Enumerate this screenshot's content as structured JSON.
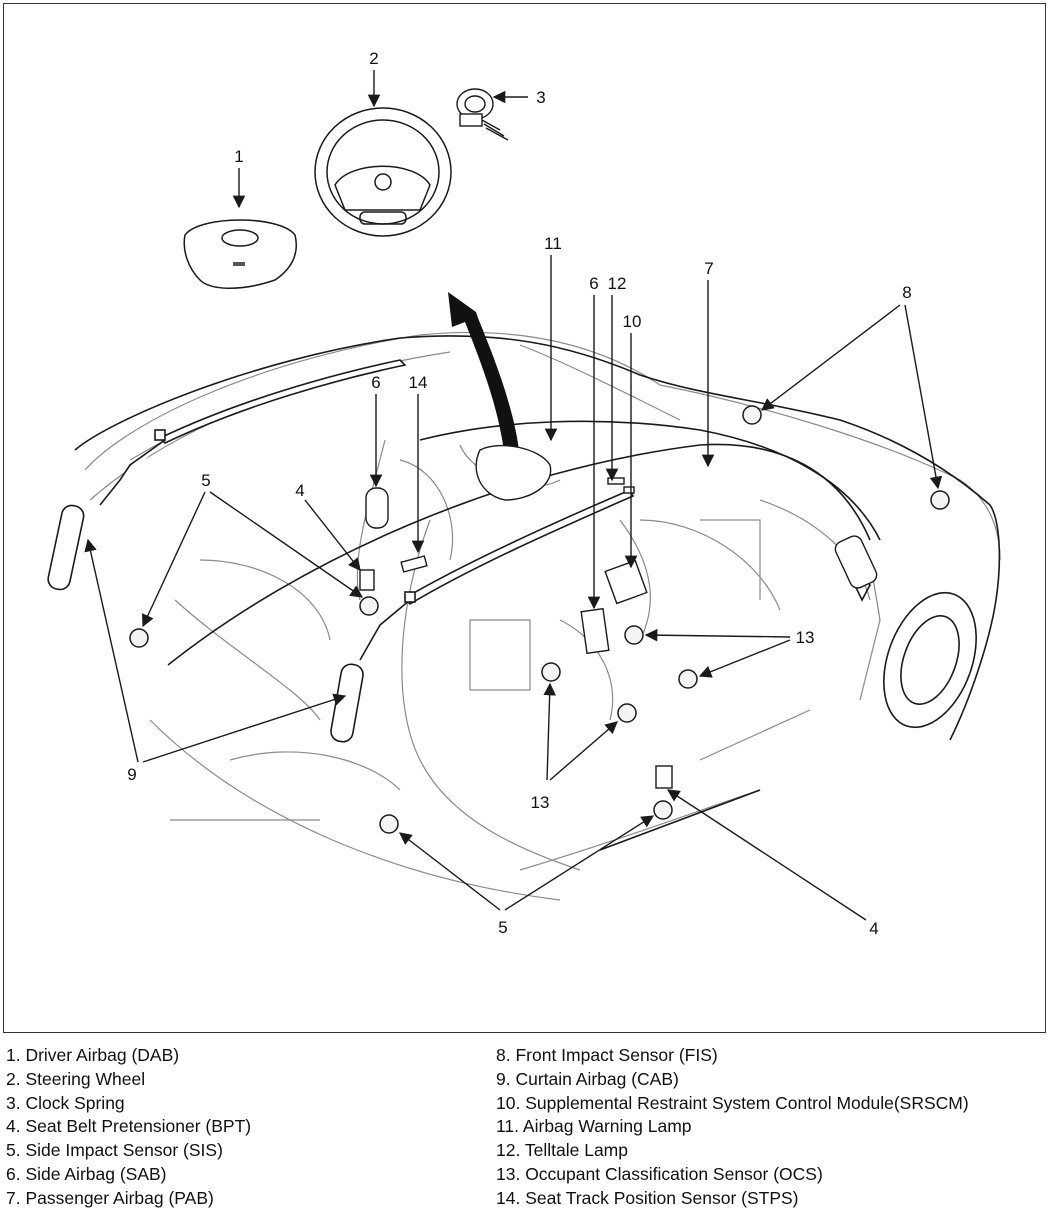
{
  "callouts": {
    "c1": "1",
    "c2": "2",
    "c3": "3",
    "c4a": "4",
    "c4b": "4",
    "c5a": "5",
    "c5b": "5",
    "c6a": "6",
    "c6b": "6",
    "c7": "7",
    "c8": "8",
    "c9": "9",
    "c10": "10",
    "c11": "11",
    "c12": "12",
    "c13a": "13",
    "c13b": "13",
    "c14": "14"
  },
  "legend": {
    "left": [
      "1. Driver Airbag (DAB)",
      "2. Steering Wheel",
      "3. Clock Spring",
      "4. Seat Belt Pretensioner (BPT)",
      "5. Side Impact Sensor (SIS)",
      "6. Side Airbag (SAB)",
      "7. Passenger Airbag (PAB)"
    ],
    "right": [
      "8. Front Impact Sensor (FIS)",
      "9. Curtain Airbag (CAB)",
      "10. Supplemental Restraint System Control Module(SRSCM)",
      "11. Airbag Warning Lamp",
      "12. Telltale Lamp",
      "13. Occupant Classification Sensor (OCS)",
      "14. Seat Track Position Sensor (STPS)"
    ]
  },
  "colors": {
    "line": "#1a1a1a",
    "faint": "#9a9a9a",
    "sensor_fill": "#f4f4f4"
  },
  "icons": [
    "arrowhead",
    "sensor-circle",
    "steering-wheel",
    "airbag-pad",
    "clock-spring"
  ]
}
